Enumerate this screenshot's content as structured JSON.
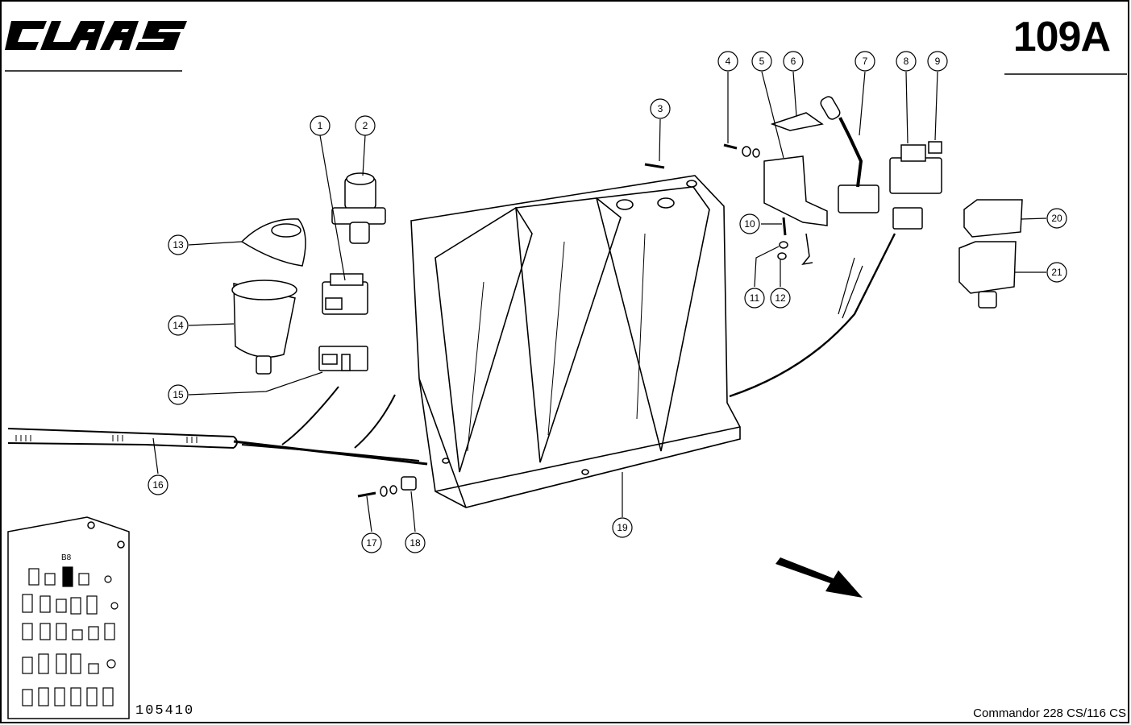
{
  "header": {
    "brand": "CLAAS",
    "page_number": "109A"
  },
  "footer": {
    "drawing_number": "105410",
    "model": "Commandor 228 CS/116 CS"
  },
  "fuse_panel": {
    "highlight_label": "B8"
  },
  "callouts": [
    "1",
    "2",
    "3",
    "4",
    "5",
    "6",
    "7",
    "8",
    "9",
    "10",
    "11",
    "12",
    "13",
    "14",
    "15",
    "16",
    "17",
    "18",
    "19",
    "20",
    "21"
  ],
  "colors": {
    "ink": "#000000",
    "paper": "#ffffff"
  },
  "icons": {
    "direction": "arrow-icon"
  }
}
